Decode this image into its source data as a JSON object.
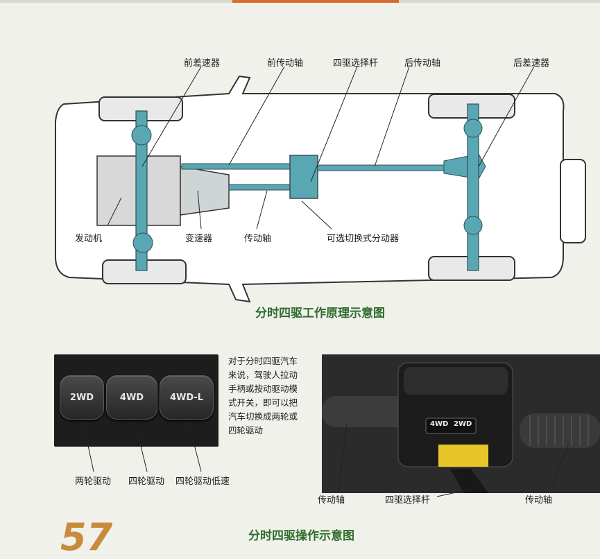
{
  "diagram_top": {
    "title": "分时四驱工作原理示意图",
    "labels": {
      "front_diff": "前差速器",
      "front_shaft": "前传动轴",
      "selector_lever": "四驱选择杆",
      "rear_shaft": "后传动轴",
      "rear_diff": "后差速器",
      "engine": "发动机",
      "gearbox": "变速器",
      "drive_shaft": "传动轴",
      "transfer_case": "可选切换式分动器"
    }
  },
  "diagram_bottom": {
    "title": "分时四驱操作示意图",
    "buttons": [
      "2WD",
      "4WD",
      "4WD-L"
    ],
    "button_labels": [
      "两轮驱动",
      "四轮驱动",
      "四轮驱动低速"
    ],
    "description": [
      "对于分时四驱汽车",
      "来说，驾驶人拉动",
      "手柄或按动驱动模",
      "式开关，即可以把",
      "汽车切换成两轮或",
      "四轮驱动"
    ],
    "photo_labels": {
      "left_shaft": "传动轴",
      "selector": "四驱选择杆",
      "right_shaft": "传动轴"
    },
    "photo_switch": [
      "4WD",
      "2WD"
    ]
  },
  "page_number": "57",
  "colors": {
    "title_green": "#2f6d2c",
    "part_blue": "#5aa7b4",
    "accent_orange": "#d96b2b"
  }
}
